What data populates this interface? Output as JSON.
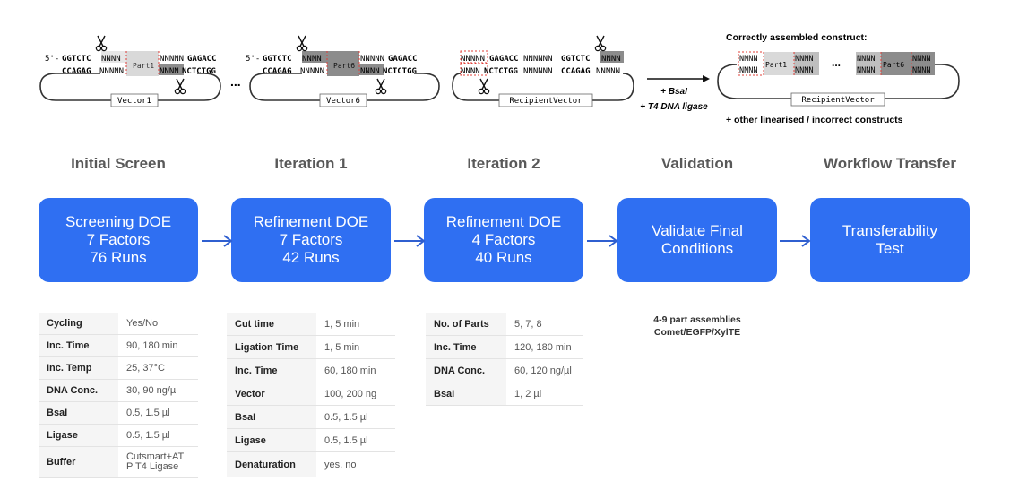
{
  "schematic": {
    "v1": {
      "top_prefix": "5'-",
      "top_site": "GGTCTC",
      "top_n": "NNNN",
      "part": "Part1",
      "top_right_n": "NNNNN",
      "top_right_site": "GAGACC",
      "bot_site": "CCAGAG",
      "bot_n": "NNNNN",
      "bot_right_n": "NNNN",
      "bot_right_site": "NCTCTGG",
      "vector": "Vector1"
    },
    "ellipsis": "...",
    "v6": {
      "top_prefix": "5'-",
      "top_site": "GGTCTC",
      "top_n": "NNNN",
      "part": "Part6",
      "top_right_n": "NNNNN",
      "top_right_site": "GAGACC",
      "bot_site": "CCAGAG",
      "bot_n": "NNNNN",
      "bot_right_n": "NNNN",
      "bot_right_site": "NCTCTGG",
      "vector": "Vector6"
    },
    "recipient": {
      "top_n1": "NNNNN",
      "top_site1": "GAGACC",
      "top_mid": "NNNNNN",
      "top_site2": "GGTCTC",
      "top_n2": "NNNN",
      "bot_n1": "NNNN",
      "bot_site1": "NCTCTGG",
      "bot_mid": "NNNNNN",
      "bot_site2": "CCAGAG",
      "bot_n2": "NNNNN",
      "vector": "RecipientVector"
    },
    "reaction": {
      "line1": "+ BsaI",
      "line2": "+ T4 DNA ligase"
    },
    "result": {
      "title": "Correctly assembled construct:",
      "n": "NNNN",
      "part1": "Part1",
      "part6": "Part6",
      "ellipsis": "...",
      "vector": "RecipientVector",
      "footer": "+ other linearised / incorrect constructs"
    }
  },
  "stages": [
    {
      "title": "Initial Screen",
      "lines": [
        "Screening DOE",
        "7 Factors",
        "76 Runs"
      ]
    },
    {
      "title": "Iteration 1",
      "lines": [
        "Refinement DOE",
        "7 Factors",
        "42 Runs"
      ]
    },
    {
      "title": "Iteration 2",
      "lines": [
        "Refinement DOE",
        "4 Factors",
        "40 Runs"
      ]
    },
    {
      "title": "Validation",
      "lines": [
        "Validate Final",
        "Conditions"
      ]
    },
    {
      "title": "Workflow Transfer",
      "lines": [
        "Transferability",
        "Test"
      ]
    }
  ],
  "tables": {
    "initial": [
      {
        "k": "Cycling",
        "v": "Yes/No"
      },
      {
        "k": "Inc. Time",
        "v": "90, 180 min"
      },
      {
        "k": "Inc. Temp",
        "v": "25, 37°C"
      },
      {
        "k": "DNA Conc.",
        "v": "30, 90 ng/µl"
      },
      {
        "k": "BsaI",
        "v": "0.5, 1.5 µl"
      },
      {
        "k": "Ligase",
        "v": "0.5, 1.5 µl"
      },
      {
        "k": "Buffer",
        "v": "Cutsmart+AT P T4 Ligase"
      }
    ],
    "iter1": [
      {
        "k": "Cut time",
        "v": "1, 5 min"
      },
      {
        "k": "Ligation Time",
        "v": "1, 5 min"
      },
      {
        "k": "Inc. Time",
        "v": "60, 180 min"
      },
      {
        "k": "Vector",
        "v": "100, 200 ng"
      },
      {
        "k": "BsaI",
        "v": "0.5, 1.5 µl"
      },
      {
        "k": "Ligase",
        "v": "0.5, 1.5 µl"
      },
      {
        "k": "Denaturation",
        "v": "yes, no"
      }
    ],
    "iter2": [
      {
        "k": "No. of Parts",
        "v": "5, 7, 8"
      },
      {
        "k": "Inc. Time",
        "v": "120, 180 min"
      },
      {
        "k": "DNA Conc.",
        "v": "60, 120 ng/µl"
      },
      {
        "k": "BsaI",
        "v": "1, 2 µl"
      }
    ]
  },
  "validation_note": {
    "line1": "4-9 part assemblies",
    "line2": "Comet/EGFP/XylTE"
  },
  "colors": {
    "accent": "#2f6ff2",
    "cut_line": "#e0403a",
    "part_fill": "#d9d9d9",
    "overhang_fill": "#8c8c8c"
  }
}
